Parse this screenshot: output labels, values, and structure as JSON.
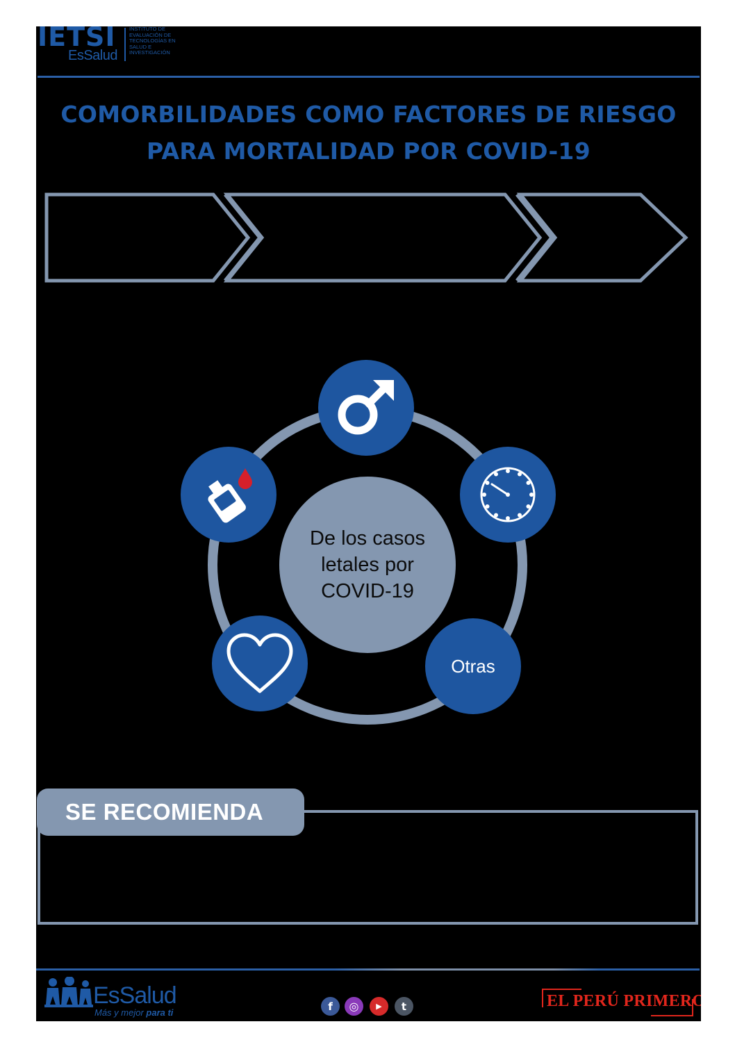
{
  "header": {
    "logo_main": "IETSI",
    "logo_sub": "EsSalud",
    "logo_desc": [
      "INSTITUTO DE",
      "EVALUACIÓN DE",
      "TECNOLOGÍAS EN",
      "SALUD E",
      "INVESTIGACIÓN"
    ]
  },
  "title": {
    "line1": "COMORBILIDADES COMO FACTORES DE RIESGO",
    "line2": "PARA MORTALIDAD POR COVID-19"
  },
  "cycle": {
    "center_lines": [
      "De los casos",
      "letales por",
      "COVID-19"
    ],
    "nodes": {
      "top_icon": "male-symbol-icon",
      "right_icon": "clock-gauge-icon",
      "bottom_right_label": "Otras",
      "bottom_left_icon": "heart-icon",
      "left_icon": "glucometer-icon"
    }
  },
  "recommendation": {
    "title": "SE RECOMIENDA"
  },
  "footer": {
    "essalud_word": "EsSalud",
    "essalud_tag_plain": "Más y mejor ",
    "essalud_tag_bold": "para ti",
    "social_icons": [
      "facebook-icon",
      "instagram-icon",
      "youtube-icon",
      "twitter-icon"
    ],
    "social_glyphs": [
      "f",
      "◎",
      "▶",
      "t"
    ],
    "peru_logo": "EL PERÚ PRIMERO"
  },
  "colors": {
    "brand_blue": "#1f5aa6",
    "node_blue": "#1e56a0",
    "slate": "#8497b0",
    "background": "#000000",
    "accent_red": "#e1261c"
  }
}
